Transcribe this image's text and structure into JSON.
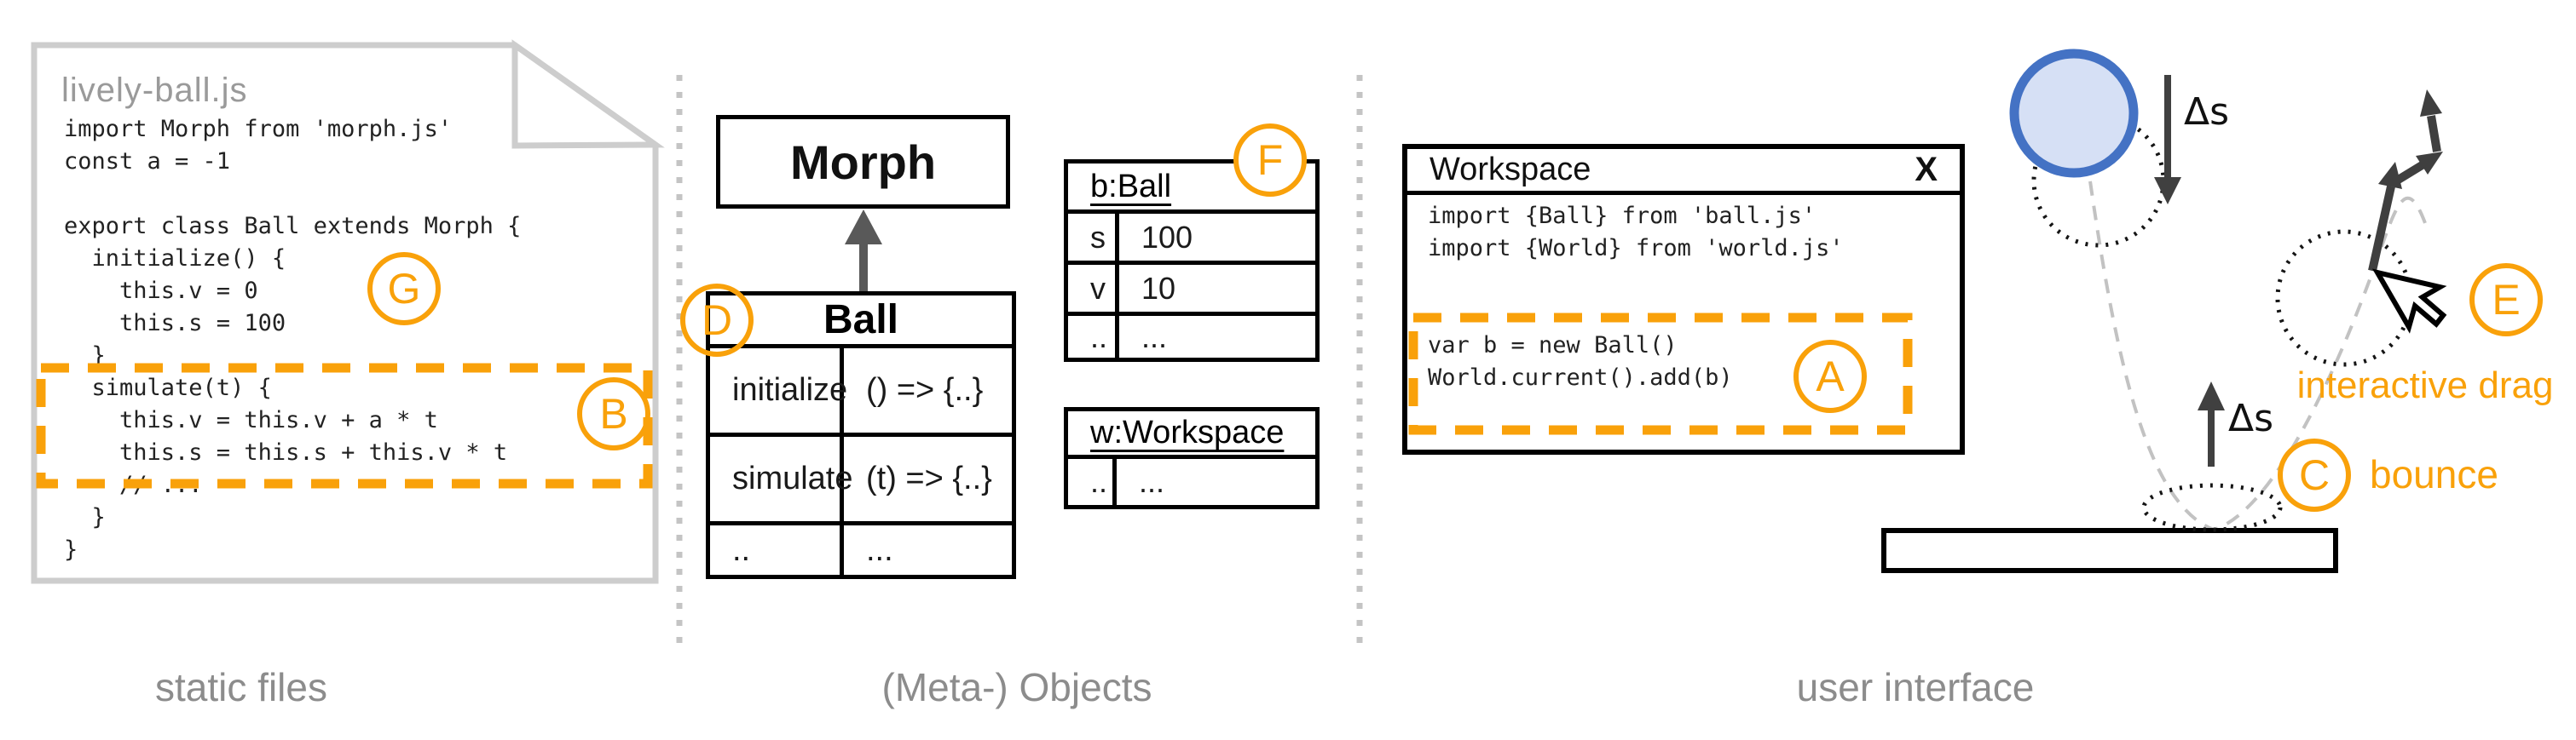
{
  "colors": {
    "accent_orange": "#F9A10A",
    "ball_stroke": "#4472C4",
    "ball_fill": "#D6E0F5",
    "muted_gray": "#8C8C8C"
  },
  "sections": {
    "left_label": "static files",
    "middle_label": "(Meta-) Objects",
    "right_label": "user interface"
  },
  "badges": {
    "a": "A",
    "b": "B",
    "c": "C",
    "d": "D",
    "e": "E",
    "f": "F",
    "g": "G"
  },
  "file": {
    "title": "lively-ball.js",
    "code_lines": [
      "import Morph from 'morph.js'",
      "const a = -1",
      "",
      "export class Ball extends Morph {",
      "  initialize() {",
      "    this.v = 0",
      "    this.s = 100",
      "  }",
      "  simulate(t) {",
      "    this.v = this.v + a * t",
      "    this.s = this.s + this.v * t",
      "    // ...",
      "  }",
      "}"
    ]
  },
  "class_diagram": {
    "superclass": "Morph",
    "class_table": {
      "title": "Ball",
      "rows": [
        [
          "initialize",
          "() => {..}"
        ],
        [
          "simulate",
          "(t) => {..}"
        ],
        [
          "..",
          "..."
        ]
      ]
    },
    "object_table_ball": {
      "title": "b:Ball",
      "rows": [
        [
          "s",
          "100"
        ],
        [
          "v",
          "10"
        ],
        [
          "..",
          "..."
        ]
      ]
    },
    "object_table_workspace": {
      "title": "w:Workspace",
      "rows": [
        [
          "..",
          "..."
        ]
      ]
    }
  },
  "workspace": {
    "title": "Workspace",
    "close_label": "X",
    "code_lines": [
      "import {Ball} from 'ball.js'",
      "import {World} from 'world.js'",
      "",
      "",
      "var b = new Ball()",
      "World.current().add(b)"
    ]
  },
  "illustration": {
    "delta_s_top": "Δs",
    "delta_s_bottom": "Δs",
    "bounce_label": "bounce",
    "drag_label": "interactive drag"
  }
}
